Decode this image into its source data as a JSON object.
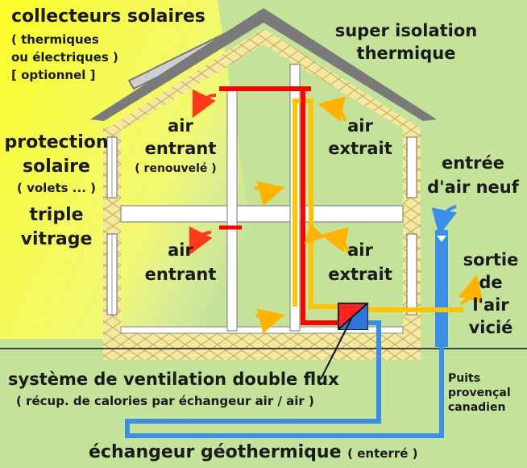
{
  "colors": {
    "background": "#c5e29a",
    "sun": "#ffff33",
    "insulation": "#f3e9a3",
    "roof": "#7a7a7a",
    "fresh_air_duct": "#ff0000",
    "exhaust_air_duct": "#ffc200",
    "geothermal_duct": "#3a8ee8",
    "arrow_fresh": "#ff3a1a",
    "arrow_exhaust": "#ffb300"
  },
  "labels": {
    "solar_collectors_title": "collecteurs solaires",
    "solar_collectors_line1": "( thermiques",
    "solar_collectors_line2": "ou électriques )",
    "solar_collectors_line3": "[ optionnel ]",
    "super_insulation_line1": "super isolation",
    "super_insulation_line2": "thermique",
    "solar_protection_line1": "protection",
    "solar_protection_line2": "solaire",
    "solar_protection_line3": "( volets ... )",
    "triple_glazing_line1": "triple",
    "triple_glazing_line2": "vitrage",
    "incoming_air_upper_line1": "air",
    "incoming_air_upper_line2": "entrant",
    "incoming_air_upper_line3": "( renouvelé )",
    "extracted_air_upper_line1": "air",
    "extracted_air_upper_line2": "extrait",
    "incoming_air_lower_line1": "air",
    "incoming_air_lower_line2": "entrant",
    "extracted_air_lower_line1": "air",
    "extracted_air_lower_line2": "extrait",
    "fresh_air_intake_line1": "entrée",
    "fresh_air_intake_line2": "d'air neuf",
    "stale_air_exit_line1": "sortie",
    "stale_air_exit_line2": "de",
    "stale_air_exit_line3": "l'air",
    "stale_air_exit_line4": "vicié",
    "ventilation_system": "système de ventilation double flux",
    "heat_recovery_note": "( récup. de calories par échangeur air / air )",
    "canadian_well_line1": "Puits",
    "canadian_well_line2": "provençal",
    "canadian_well_line3": "canadien",
    "geothermal_exchanger": "échangeur géothermique",
    "buried_note": "( enterré )"
  }
}
